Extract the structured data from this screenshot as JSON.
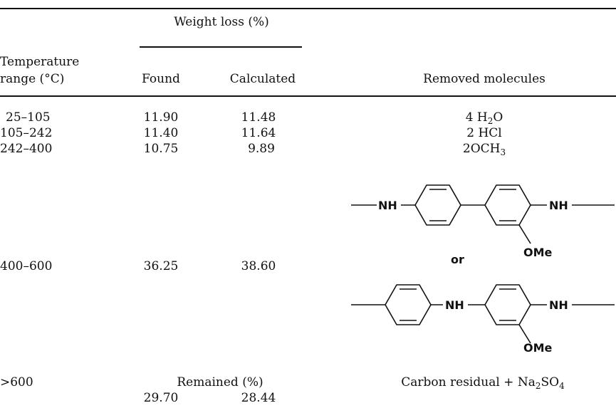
{
  "header": {
    "weight_loss": "Weight loss (%)",
    "temp_line1": "Temperature",
    "temp_line2": "range (°C)",
    "found": "Found",
    "calculated": "Calculated",
    "removed": "Removed molecules"
  },
  "rows": [
    {
      "temp": "25–105",
      "found": "11.90",
      "calc": "11.48",
      "mol_pre": "4 H",
      "mol_sub": "2",
      "mol_post": "O"
    },
    {
      "temp": "105–242",
      "found": "11.40",
      "calc": "11.64",
      "mol_pre": "2 HCl",
      "mol_sub": "",
      "mol_post": ""
    },
    {
      "temp": "242–400",
      "found": "10.75",
      "calc": "9.89",
      "mol_pre": "2OCH",
      "mol_sub": "3",
      "mol_post": ""
    },
    {
      "temp": "400–600",
      "found": "36.25",
      "calc": "38.60"
    }
  ],
  "structures": {
    "nh": "NH",
    "ome": "OMe",
    "or": "or"
  },
  "last_row": {
    "temp": ">600",
    "remained_label": "Remained (%)",
    "found": "29.70",
    "calc": "28.44",
    "mol_pre": "Carbon residual + Na",
    "mol_sub1": "2",
    "mol_mid": "SO",
    "mol_sub2": "4"
  }
}
